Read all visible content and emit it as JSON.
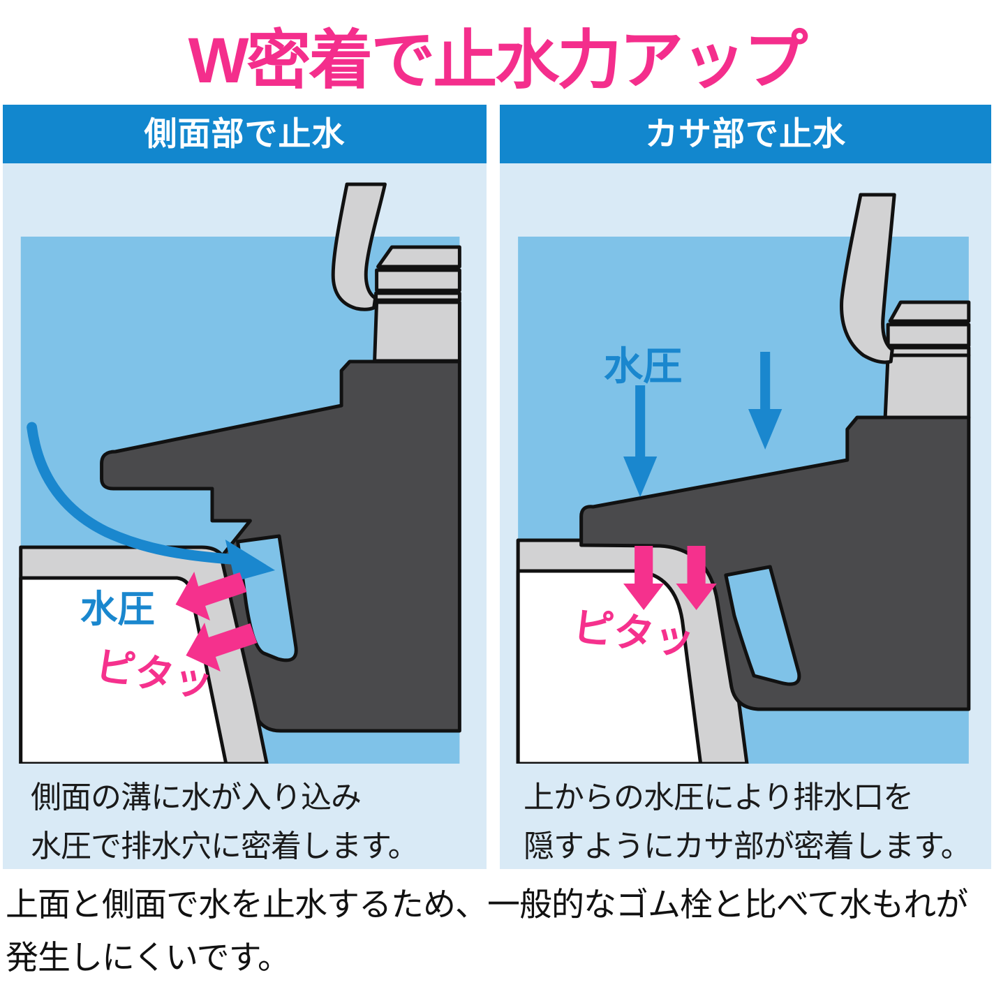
{
  "title": "W密着で止水力アップ",
  "panels": {
    "left": {
      "header": "側面部で止水",
      "water_pressure_label": "水圧",
      "fit_label": "ピタッ",
      "caption": [
        "側面の溝に水が入り込み",
        "水圧で排水穴に密着します。"
      ]
    },
    "right": {
      "header": "カサ部で止水",
      "water_pressure_label": "水圧",
      "fit_label": "ピタッ",
      "caption": [
        "上からの水圧により排水口を",
        "隠すようにカサ部が密着します。"
      ]
    }
  },
  "footer": [
    "上面と側面で水を止水するため、一般的なゴム栓と比べて水もれが",
    "発生しにくいです。"
  ],
  "colors": {
    "title_pink": "#F42E8C",
    "header_blue": "#1287CE",
    "panel_background": "#D9EAF6",
    "water_blue": "#7FC2E8",
    "plug_dark_gray": "#4A4A4C",
    "metal_light_gray": "#D2D2D3",
    "outline_black": "#111111",
    "arrow_blue": "#1A87CE",
    "arrow_pink": "#F5318D",
    "body_text": "#1A1A1A"
  }
}
